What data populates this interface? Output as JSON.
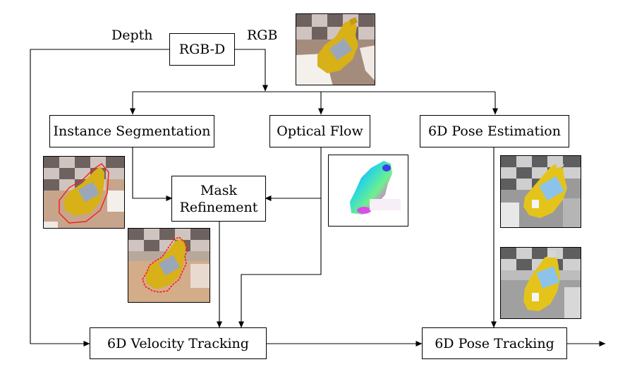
{
  "nodes": {
    "rgbd": "RGB-D",
    "instance_segmentation": "Instance Segmentation",
    "optical_flow": "Optical Flow",
    "pose_estimation": "6D Pose Estimation",
    "mask_refinement_line1": "Mask",
    "mask_refinement_line2": "Refinement",
    "velocity_tracking": "6D Velocity Tracking",
    "pose_tracking": "6D Pose Tracking"
  },
  "edge_labels": {
    "depth": "Depth",
    "rgb": "RGB"
  },
  "images": [
    "rgb-input-frame",
    "segmentation-mask-overlay",
    "refined-mask-overlay",
    "optical-flow-field",
    "pose-estimate-render",
    "pose-tracking-render"
  ]
}
